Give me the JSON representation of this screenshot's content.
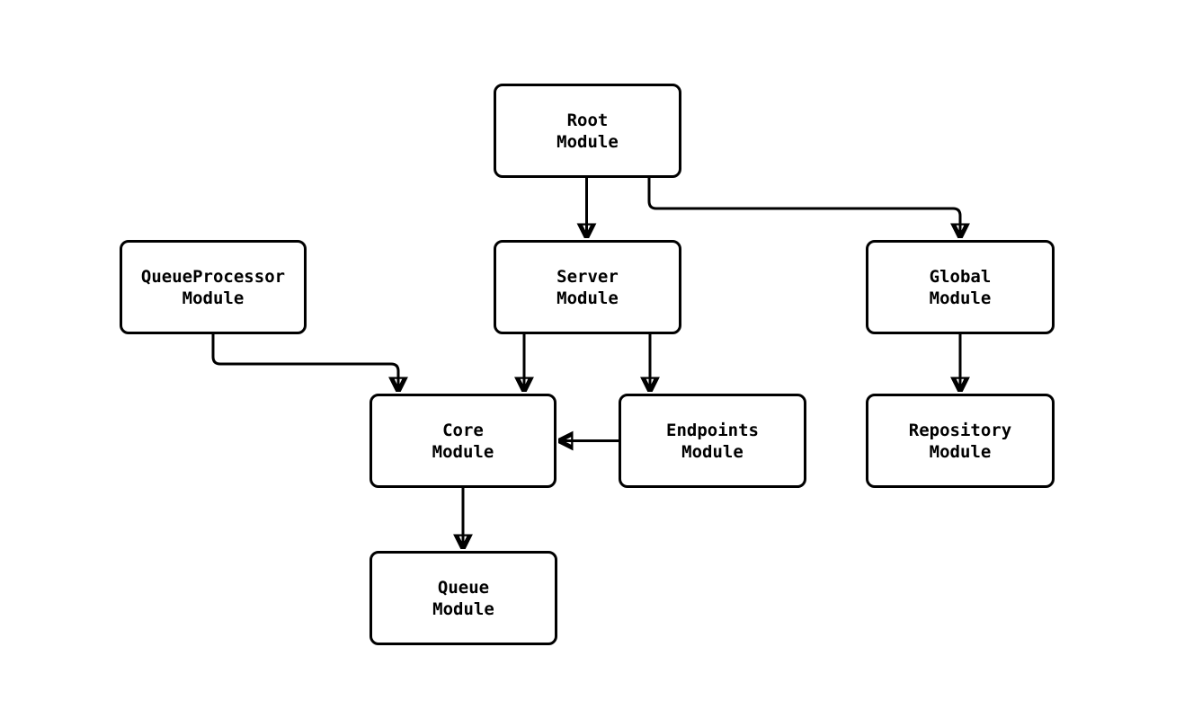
{
  "diagram": {
    "type": "flowchart",
    "direction": "top-down",
    "colors": {
      "background": "#ffffff",
      "node_fill": "#ffffff",
      "node_border": "#000000",
      "edge": "#000000",
      "text": "#000000"
    },
    "nodes": [
      {
        "id": "root-module",
        "label": "Root\nModule"
      },
      {
        "id": "queueprocessor-module",
        "label": "QueueProcessor\nModule"
      },
      {
        "id": "server-module",
        "label": "Server\nModule"
      },
      {
        "id": "global-module",
        "label": "Global\nModule"
      },
      {
        "id": "core-module",
        "label": "Core\nModule"
      },
      {
        "id": "endpoints-module",
        "label": "Endpoints\nModule"
      },
      {
        "id": "repository-module",
        "label": "Repository\nModule"
      },
      {
        "id": "queue-module",
        "label": "Queue\nModule"
      }
    ],
    "edges": [
      {
        "from": "Root Module",
        "to": "Server Module"
      },
      {
        "from": "Root Module",
        "to": "Global Module"
      },
      {
        "from": "QueueProcessor Module",
        "to": "Core Module"
      },
      {
        "from": "Server Module",
        "to": "Core Module"
      },
      {
        "from": "Server Module",
        "to": "Endpoints Module"
      },
      {
        "from": "Endpoints Module",
        "to": "Core Module"
      },
      {
        "from": "Global Module",
        "to": "Repository Module"
      },
      {
        "from": "Core Module",
        "to": "Queue Module"
      }
    ]
  }
}
